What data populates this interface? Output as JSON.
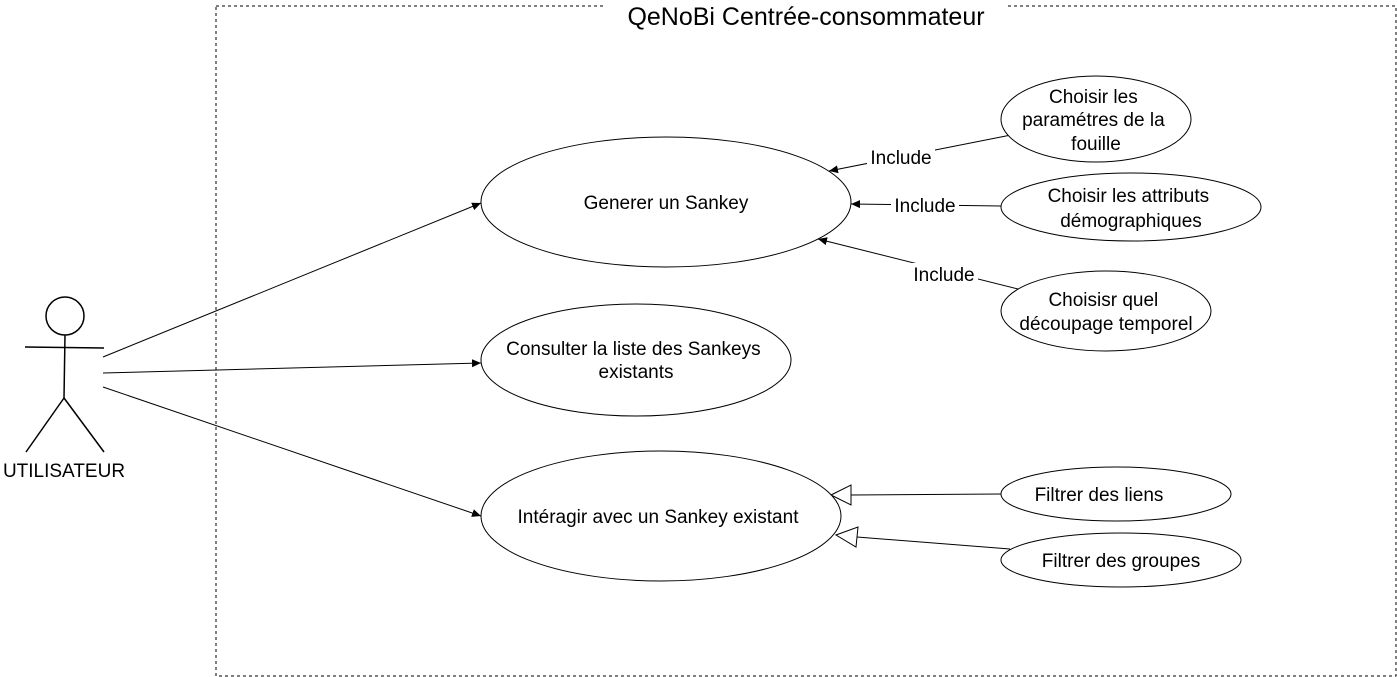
{
  "system": {
    "title": "QeNoBi Centrée-consommateur"
  },
  "actor": {
    "label": "UTILISATEUR"
  },
  "use_cases": {
    "generer": [
      "Generer un Sankey"
    ],
    "consulter": [
      "Consulter la liste des Sankeys",
      "existants"
    ],
    "interagir": [
      "Intéragir avec un Sankey existant"
    ],
    "parametres": [
      "Choisir les",
      "paramétres de la",
      "fouille"
    ],
    "attributs": [
      "Choisir les attributs",
      "démographiques"
    ],
    "decoupage": [
      "Choisisr quel",
      "découpage temporel"
    ],
    "liens": [
      "Filtrer des liens"
    ],
    "groupes": [
      "Filtrer des groupes"
    ]
  },
  "relations": {
    "include_1": "Include",
    "include_2": "Include",
    "include_3": "Include"
  },
  "colors": {
    "stroke": "#000000",
    "background": "#ffffff"
  }
}
